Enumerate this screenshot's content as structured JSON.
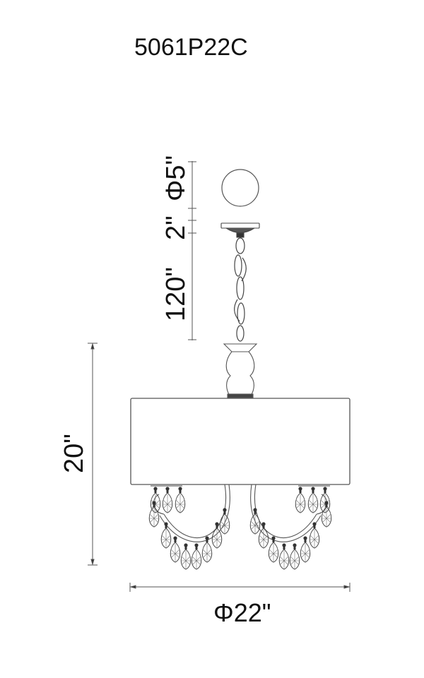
{
  "title": "5061P22C",
  "dimensions": {
    "canopy_diameter": "Φ5\"",
    "canopy_gap": "2\"",
    "chain_length": "120\"",
    "fixture_height": "20\"",
    "fixture_diameter": "Φ22\""
  },
  "colors": {
    "line": "#555555",
    "text": "#111111",
    "background": "#ffffff"
  }
}
